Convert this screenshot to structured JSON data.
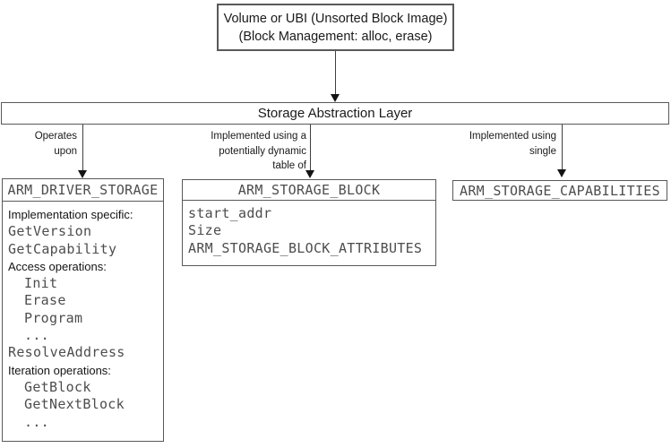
{
  "colors": {
    "background": "#ffffff",
    "border": "#595959",
    "mono_text": "#4d4d4d",
    "sans_text": "#1a1a1a",
    "arrow": "#141414"
  },
  "top_box": {
    "line1": "Volume or UBI (Unsorted Block Image)",
    "line2": "(Block Management: alloc, erase)"
  },
  "abstraction_layer": {
    "title": "Storage Abstraction Layer"
  },
  "edges": [
    {
      "label_lines": [
        "Operates",
        "upon"
      ]
    },
    {
      "label_lines": [
        "Implemented using a",
        "potentially dynamic",
        "table of"
      ]
    },
    {
      "label_lines": [
        "Implemented using",
        "single"
      ]
    }
  ],
  "driver_box": {
    "title": "ARM_DRIVER_STORAGE",
    "lines": [
      "Implementation specific:",
      "GetVersion",
      "GetCapability",
      "Access operations:",
      "Init",
      "Erase",
      "Program",
      "...",
      "ResolveAddress",
      "Iteration operations:",
      "GetBlock",
      "GetNextBlock",
      "..."
    ]
  },
  "block_box": {
    "title": "ARM_STORAGE_BLOCK",
    "lines": [
      "start_addr",
      "Size",
      "ARM_STORAGE_BLOCK_ATTRIBUTES"
    ]
  },
  "capabilities_box": {
    "title": "ARM_STORAGE_CAPABILITIES"
  }
}
